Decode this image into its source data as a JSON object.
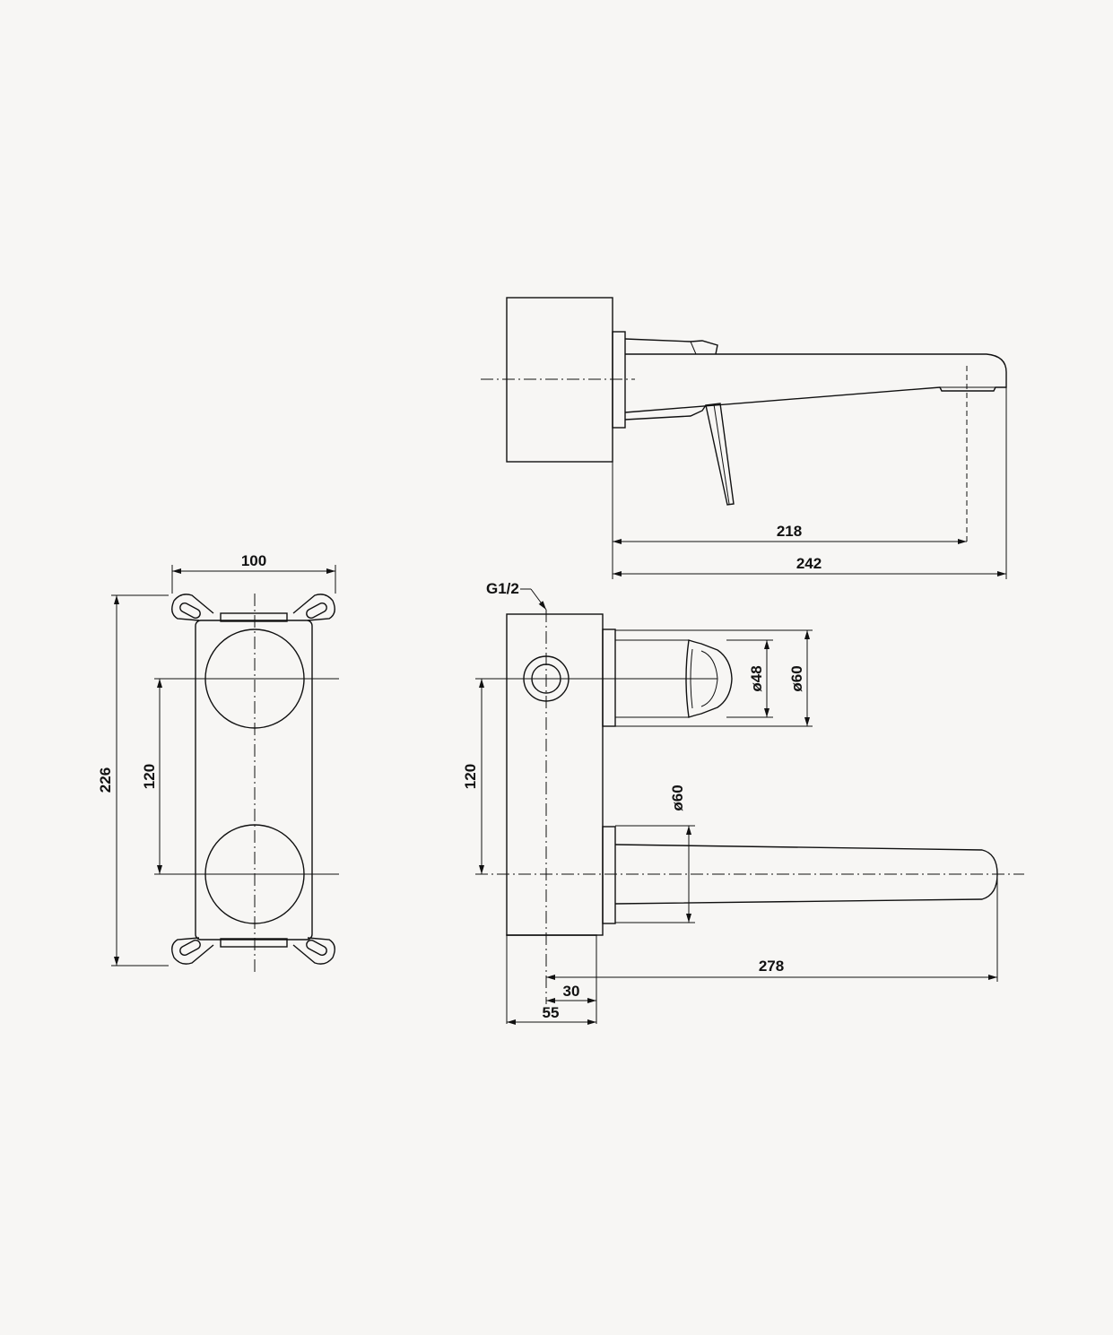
{
  "colors": {
    "background": "#f7f6f4",
    "line": "#111111"
  },
  "dimensions": {
    "front_width": "100",
    "front_height": "226",
    "front_spacing": "120",
    "side_spacing": "120",
    "thread": "G1/2",
    "handle_d_inner": "ø48",
    "handle_d_outer": "ø60",
    "spout_d": "ø60",
    "body_depth": "55",
    "center_offset": "30",
    "spout_length": "278",
    "top_spout_reach": "218",
    "top_total_reach": "242"
  }
}
